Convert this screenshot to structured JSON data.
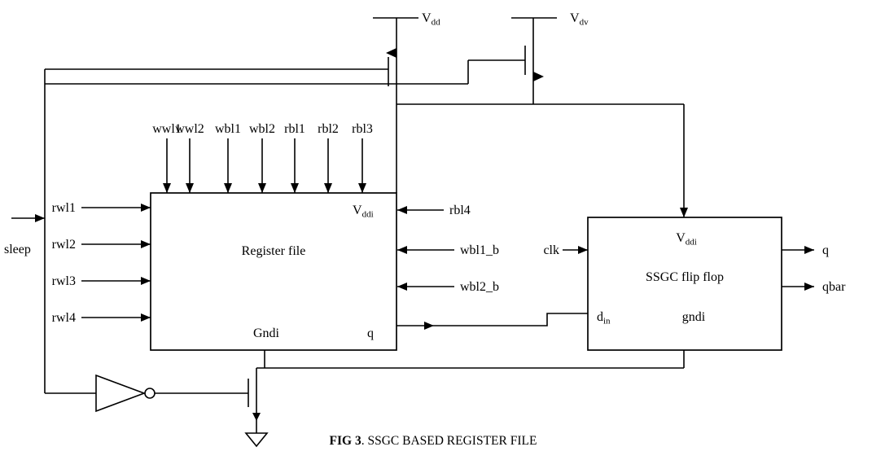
{
  "colors": {
    "line": "#000000",
    "background": "#ffffff"
  },
  "caption": {
    "fig": "FIG 3",
    "rest": ". SSGC BASED REGISTER FILE"
  },
  "sleep": {
    "label": "sleep"
  },
  "supplies": {
    "vdd": {
      "base": "V",
      "sub": "dd"
    },
    "vdv": {
      "base": "V",
      "sub": "dv"
    }
  },
  "register_file": {
    "title": "Register file",
    "vddi": {
      "base": "V",
      "sub": "ddi"
    },
    "gnd": "Gndi",
    "q": "q",
    "top_inputs": [
      "wwl1",
      "wwl2",
      "wbl1",
      "wbl2",
      "rbl1",
      "rbl2",
      "rbl3"
    ],
    "left_inputs": [
      "rwl1",
      "rwl2",
      "rwl3",
      "rwl4"
    ],
    "right_inputs": [
      "rbl4",
      "wbl1_b",
      "wbl2_b"
    ]
  },
  "flip_flop": {
    "title": "SSGC flip flop",
    "vddi": {
      "base": "V",
      "sub": "ddi"
    },
    "din": {
      "base": "d",
      "sub": "in"
    },
    "gnd": "gndi",
    "clk": "clk",
    "out_q": "q",
    "out_qbar": "qbar"
  }
}
